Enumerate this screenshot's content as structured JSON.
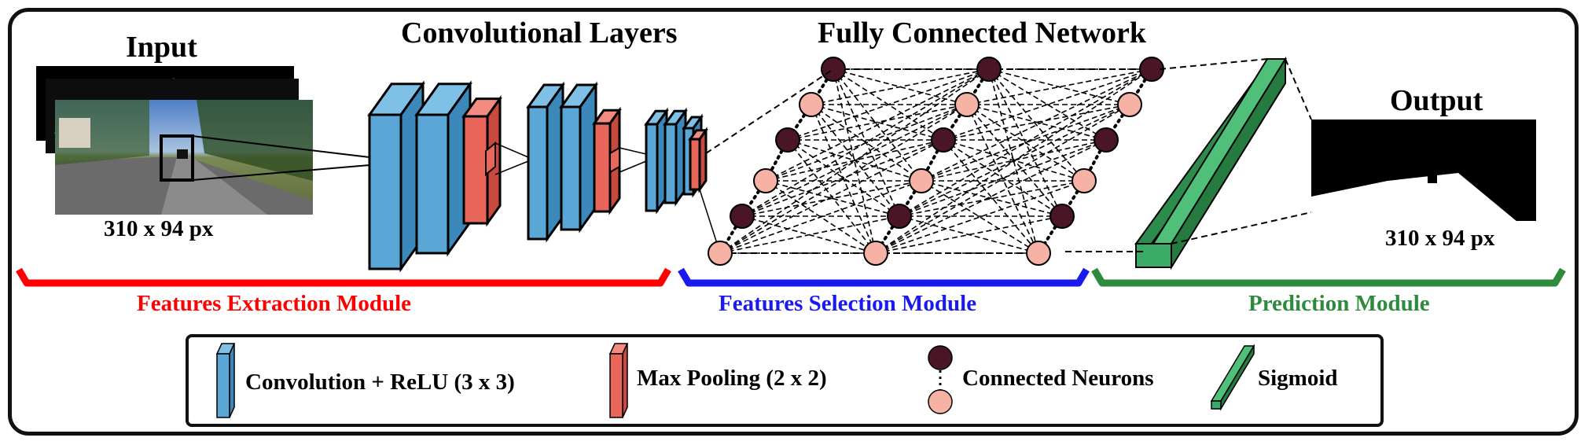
{
  "titles": {
    "input": "Input",
    "conv": "Convolutional Layers",
    "fc": "Fully Connected Network",
    "output": "Output"
  },
  "captions": {
    "input_size": "310 x 94 px",
    "output_size": "310 x 94 px"
  },
  "modules": {
    "extraction": "Features Extraction Module",
    "selection": "Features Selection Module",
    "prediction": "Prediction Module"
  },
  "legend": {
    "conv": "Convolution + ReLU (3 x 3)",
    "pool": "Max Pooling (2 x 2)",
    "neurons": "Connected Neurons",
    "sigmoid": "Sigmoid"
  },
  "colors": {
    "conv": "#5aa7d6",
    "pool": "#e8665a",
    "neuron_dark": "#4a1626",
    "neuron_light": "#f7b2a6",
    "sigmoid": "#3aaa66",
    "extraction": "#ff0000",
    "selection": "#0000ee",
    "prediction": "#2e8b3e"
  }
}
